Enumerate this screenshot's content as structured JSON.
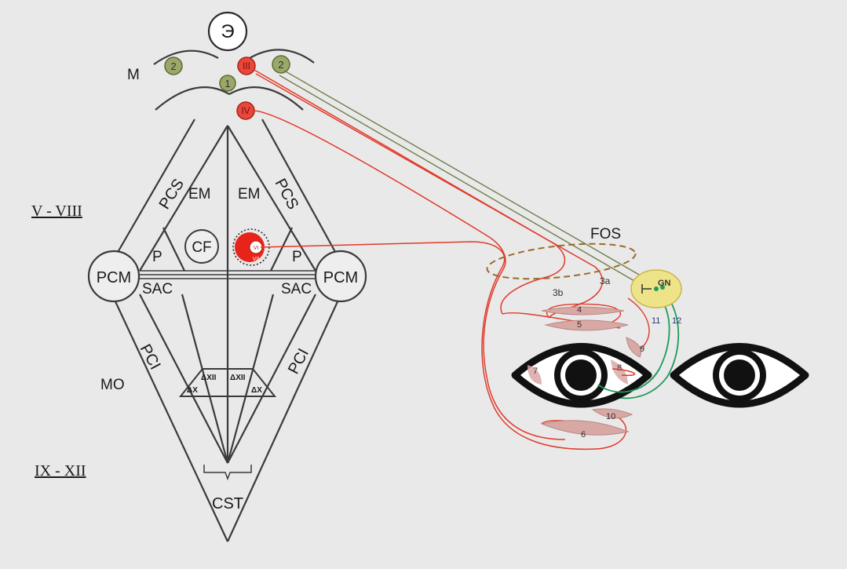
{
  "labels": {
    "e_node": "Э",
    "m": "M",
    "roman_upper": "V - VIII",
    "roman_lower": "IX - XII",
    "pcs_left": "PCS",
    "pcs_right": "PCS",
    "em_left": "EM",
    "em_right": "EM",
    "cf": "CF",
    "vi": "VI",
    "vii": "VII",
    "p_left": "P",
    "p_right": "P",
    "pcm_left": "PCM",
    "pcm_right": "PCM",
    "sac_left": "SAC",
    "sac_right": "SAC",
    "pci_left": "PCI",
    "pci_right": "PCI",
    "mo": "MO",
    "dxii_left": "ΔXII",
    "dxii_right": "ΔXII",
    "dx_left": "ΔX",
    "dx_right": "ΔX",
    "cst": "CST",
    "fos": "FOS",
    "gn": "GN",
    "n3a": "3a",
    "n3b": "3b"
  },
  "nodes": {
    "n2_left": "2",
    "n2_right": "2",
    "n1": "1",
    "n3": "III",
    "n4": "IV"
  },
  "muscle_numbers": [
    "4",
    "5",
    "7",
    "8",
    "9",
    "10",
    "6"
  ],
  "nerve_numbers": [
    "11",
    "12"
  ],
  "colors": {
    "background": "#e9e9e9",
    "line": "#3a3a3a",
    "olive_node": "#9aa86a",
    "red_nerve": "#e03a2a",
    "green_nerve": "#1f9a5a",
    "olive_nerve": "#6f7f4a",
    "ganglion": "#efe38a",
    "muscle": "#d8a8a5",
    "fos_ring": "#9a6a2a",
    "eye": "#111111"
  }
}
